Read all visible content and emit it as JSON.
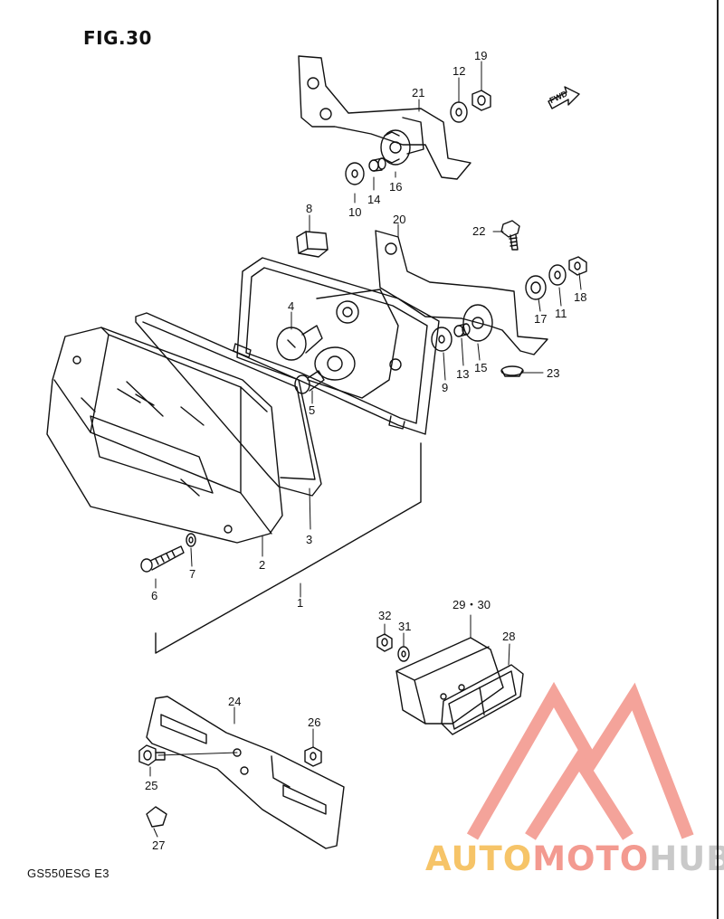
{
  "figure": {
    "title": "FIG.30",
    "model_code": "GS550ESG  E3",
    "fwd_label": "FWD"
  },
  "callouts": [
    {
      "id": "c1",
      "label": "1"
    },
    {
      "id": "c2",
      "label": "2"
    },
    {
      "id": "c3",
      "label": "3"
    },
    {
      "id": "c4",
      "label": "4"
    },
    {
      "id": "c5",
      "label": "5"
    },
    {
      "id": "c6",
      "label": "6"
    },
    {
      "id": "c7",
      "label": "7"
    },
    {
      "id": "c8",
      "label": "8"
    },
    {
      "id": "c9",
      "label": "9"
    },
    {
      "id": "c10",
      "label": "10"
    },
    {
      "id": "c11",
      "label": "11"
    },
    {
      "id": "c12",
      "label": "12"
    },
    {
      "id": "c13",
      "label": "13"
    },
    {
      "id": "c14",
      "label": "14"
    },
    {
      "id": "c15",
      "label": "15"
    },
    {
      "id": "c16",
      "label": "16"
    },
    {
      "id": "c17",
      "label": "17"
    },
    {
      "id": "c18",
      "label": "18"
    },
    {
      "id": "c19",
      "label": "19"
    },
    {
      "id": "c20",
      "label": "20"
    },
    {
      "id": "c21",
      "label": "21"
    },
    {
      "id": "c22",
      "label": "22"
    },
    {
      "id": "c23",
      "label": "23"
    },
    {
      "id": "c24",
      "label": "24"
    },
    {
      "id": "c25",
      "label": "25"
    },
    {
      "id": "c26",
      "label": "26"
    },
    {
      "id": "c27",
      "label": "27"
    },
    {
      "id": "c2930",
      "label": "29・30"
    },
    {
      "id": "c28",
      "label": "28"
    },
    {
      "id": "c31",
      "label": "31"
    },
    {
      "id": "c32",
      "label": "32"
    }
  ],
  "watermark": {
    "part_a": "AUTO",
    "part_b": "MOTO",
    "part_c": "HUB",
    "logo_color": "#f39a90",
    "auto_color": "#f6c468",
    "hub_color": "#c9c9c9"
  }
}
